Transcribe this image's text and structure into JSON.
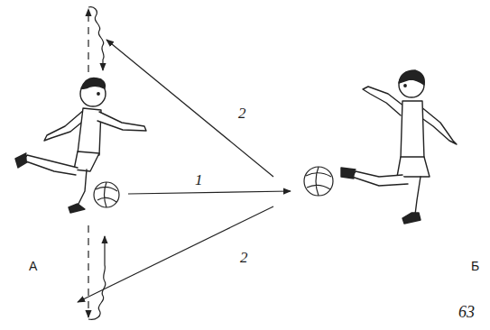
{
  "diagram": {
    "labels": [
      "2",
      "1",
      "А",
      "Б",
      "2",
      "63"
    ]
  }
}
